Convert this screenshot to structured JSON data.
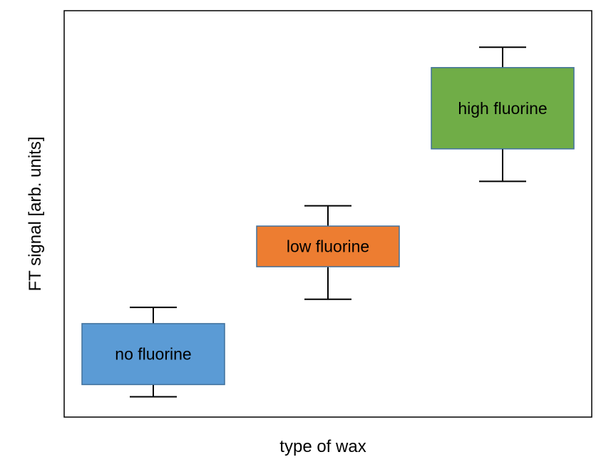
{
  "chart_data": {
    "type": "box",
    "xlabel": "type of wax",
    "ylabel": "FT signal [arb. units]",
    "ylim": [
      0,
      100
    ],
    "grid": false,
    "categories": [
      "no fluorine",
      "low fluorine",
      "high fluorine"
    ],
    "boxes": [
      {
        "label": "no fluorine",
        "color": "#5b9bd5",
        "whisker_low": 5,
        "box_low": 8,
        "box_high": 23,
        "whisker_high": 27
      },
      {
        "label": "low fluorine",
        "color": "#ed7d31",
        "whisker_low": 29,
        "box_low": 37,
        "box_high": 47,
        "whisker_high": 52
      },
      {
        "label": "high fluorine",
        "color": "#70ad47",
        "whisker_low": 58,
        "box_low": 66,
        "box_high": 86,
        "whisker_high": 91
      }
    ]
  }
}
